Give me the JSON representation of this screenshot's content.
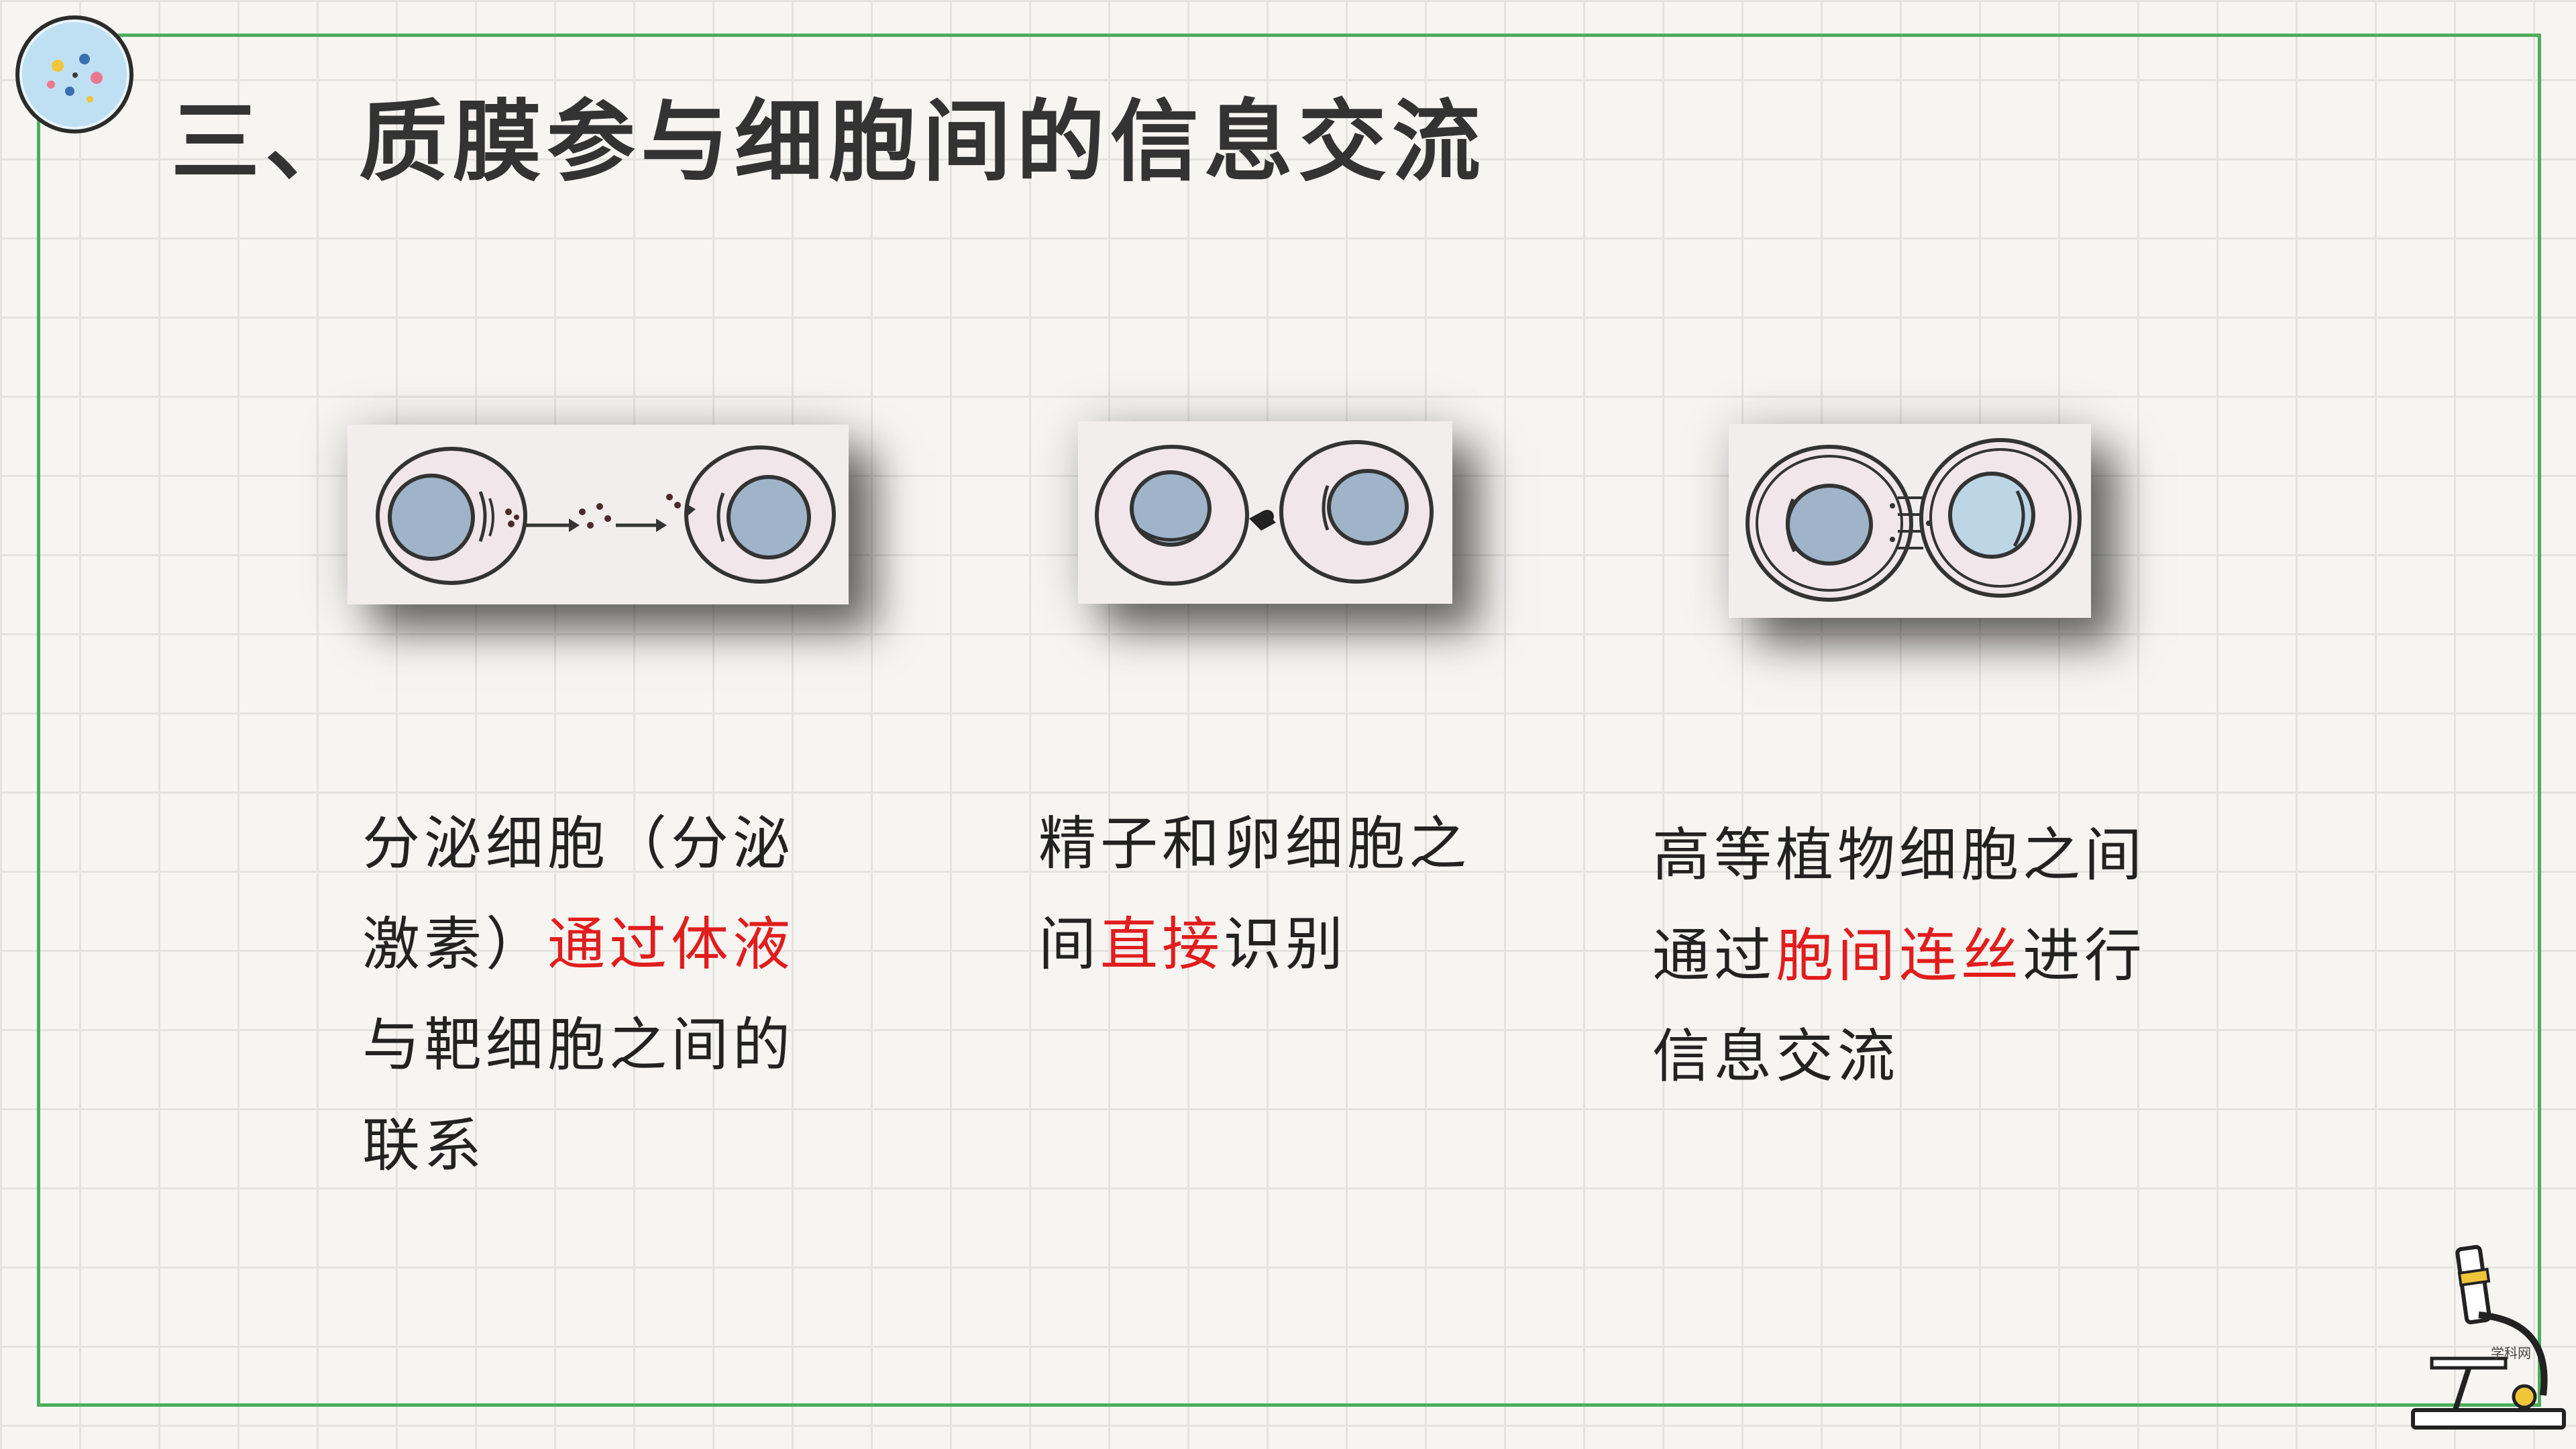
{
  "title": "三、质膜参与细胞间的信息交流",
  "colors": {
    "frame": "#4cae5b",
    "highlight": "#e11d1d",
    "text": "#222222",
    "nucleus": "#9fb4c8"
  },
  "icons": {
    "badge": "petri-dish-icon",
    "corner": "microscope-icon"
  },
  "microscope_label": "学科网",
  "panels": [
    {
      "figure": "secretory-cell-signal-figure",
      "caption_lines": [
        {
          "a": "分泌细胞（分泌",
          "hl": "",
          "b": ""
        },
        {
          "a": "激素）",
          "hl": "通过体液",
          "b": ""
        },
        {
          "a": "与靶细胞之间的",
          "hl": "",
          "b": ""
        },
        {
          "a": "联系",
          "hl": "",
          "b": ""
        }
      ]
    },
    {
      "figure": "sperm-egg-contact-figure",
      "caption_lines": [
        {
          "a": "精子和卵细胞之",
          "hl": "",
          "b": ""
        },
        {
          "a": "间",
          "hl": "直接",
          "b": "识别"
        }
      ]
    },
    {
      "figure": "plasmodesmata-figure",
      "caption_lines": [
        {
          "a": "高等植物细胞之间",
          "hl": "",
          "b": ""
        },
        {
          "a": "通过",
          "hl": "胞间连丝",
          "b": "进行"
        },
        {
          "a": "信息交流",
          "hl": "",
          "b": ""
        }
      ]
    }
  ]
}
